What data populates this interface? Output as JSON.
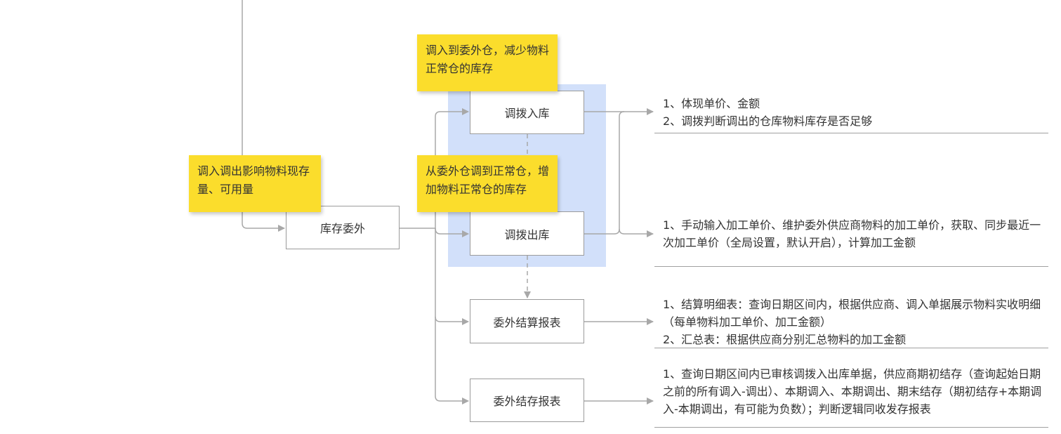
{
  "colors": {
    "sticky": "#fbdd2c",
    "group_highlight": "#d2e0fa",
    "connector": "#a8a8a8",
    "text": "#333333"
  },
  "nodes": {
    "stock_outsource": "库存委外",
    "transfer_in": "调拨入库",
    "transfer_out": "调拨出库",
    "settlement_report": "委外结算报表",
    "stock_report": "委外结存报表"
  },
  "stickies": {
    "affect_stock": "调入调出影响物料现存量、可用量",
    "to_outsource": "调入到委外仓，减少物料正常仓的库存",
    "from_outsource": "从委外仓调到正常仓，增加物料正常仓的库存"
  },
  "notes": {
    "transfer_in": [
      "1、体现单价、金额",
      "2、调拨判断调出的仓库物料库存是否足够"
    ],
    "transfer_out": [
      "1、手动输入加工单价、维护委外供应商物料的加工单价，获取、同步最近一次加工单价（全局设置，默认开启），计算加工金额"
    ],
    "settlement_report": [
      "1、结算明细表：查询日期区间内，根据供应商、调入单据展示物料实收明细（每单物料加工单价、加工金额）",
      "2、汇总表：根据供应商分别汇总物料的加工金额"
    ],
    "stock_report": [
      "1、查询日期区间内已审核调拨入出库单据，供应商期初结存（查询起始日期之前的所有调入-调出）、本期调入、本期调出、期末结存（期初结存+本期调入-本期调出，有可能为负数）；判断逻辑同收发存报表"
    ]
  }
}
